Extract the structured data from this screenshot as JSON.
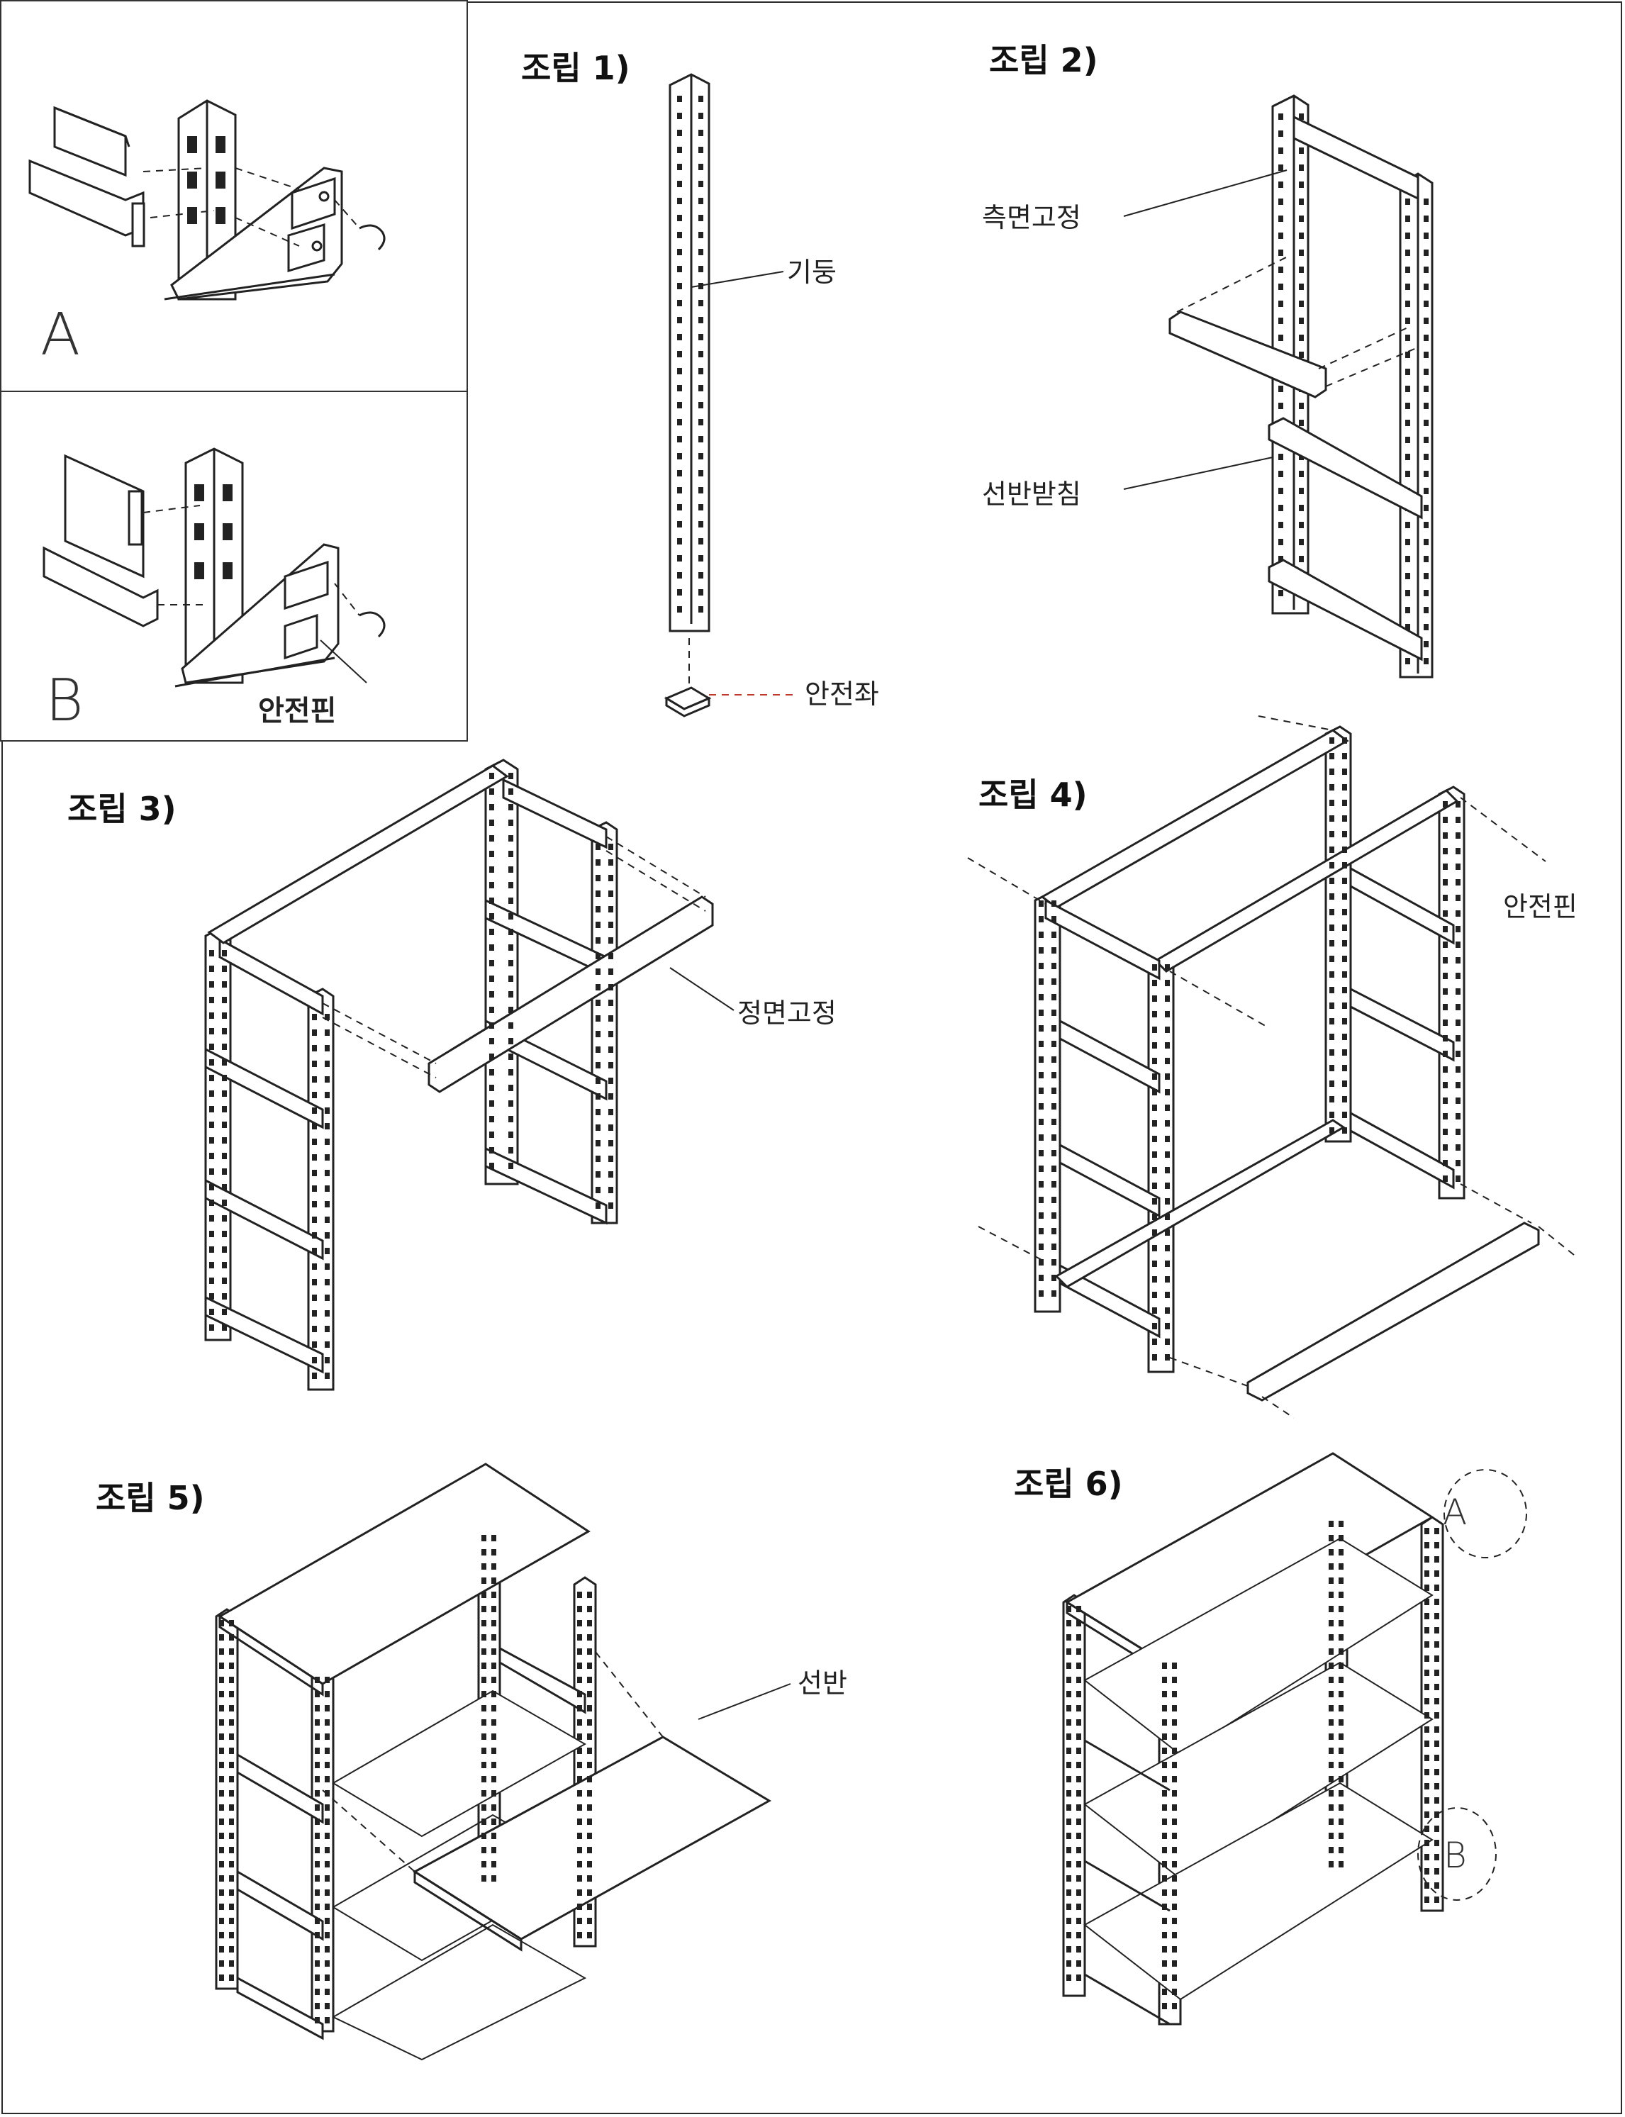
{
  "insets": {
    "a_letter": "A",
    "b_letter": "B",
    "b_label": "안전핀"
  },
  "steps": {
    "s1": {
      "title": "조립 1)",
      "pillar": "기둥",
      "base": "안전좌"
    },
    "s2": {
      "title": "조립 2)",
      "side": "측면고정",
      "support": "선반받침"
    },
    "s3": {
      "title": "조립 3)",
      "front": "정면고정"
    },
    "s4": {
      "title": "조립 4)",
      "pin": "안전핀"
    },
    "s5": {
      "title": "조립 5)",
      "shelf": "선반"
    },
    "s6": {
      "title": "조립 6)",
      "callout_a": "A",
      "callout_b": "B"
    }
  }
}
